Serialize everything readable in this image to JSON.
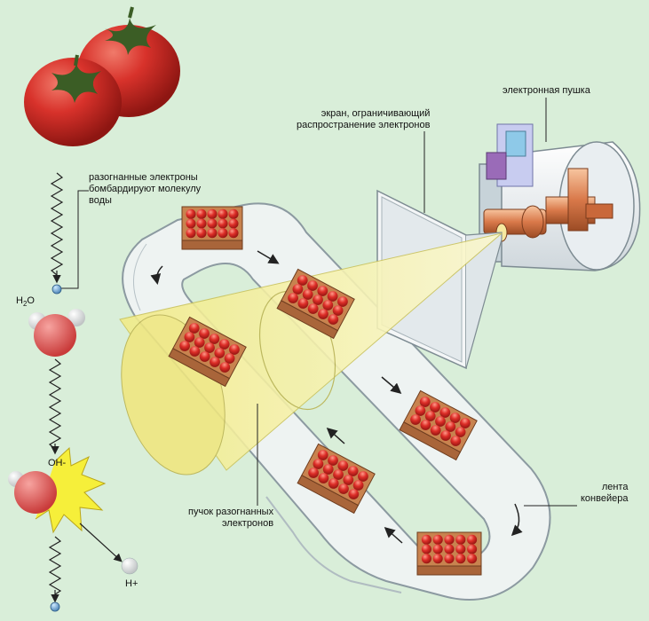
{
  "labels": {
    "electron_gun": "электронная пушка",
    "screen": "экран, ограничивающий\nраспространение электронов",
    "accelerated_electrons": "разогнанные электроны\nбомбардируют молекулу\nводы",
    "beam": "пучок разогнанных\nэлектронов",
    "conveyor": "лента\nконвейера"
  },
  "chemistry": {
    "h2o_main": "H",
    "h2o_sub": "2",
    "h2o_tail": "O",
    "hydroxide": "OH-",
    "proton": "H+"
  },
  "colors": {
    "background": "#d9eed9",
    "tomato": "#d3302a",
    "crate": "#c8834f",
    "beam": "#f3efa2",
    "belt": "#f4f7f6",
    "belt_edge": "#9aa7ad",
    "gun_body": "#eef2f4",
    "gun_copper": "#d9794a",
    "molecule_o": "#e05a58",
    "molecule_h": "#f1f1f1",
    "spark": "#f6f03a"
  },
  "icons": [
    "tomato-icon",
    "water-molecule-icon",
    "electron-dot-icon",
    "spark-icon",
    "arrow-icon"
  ]
}
